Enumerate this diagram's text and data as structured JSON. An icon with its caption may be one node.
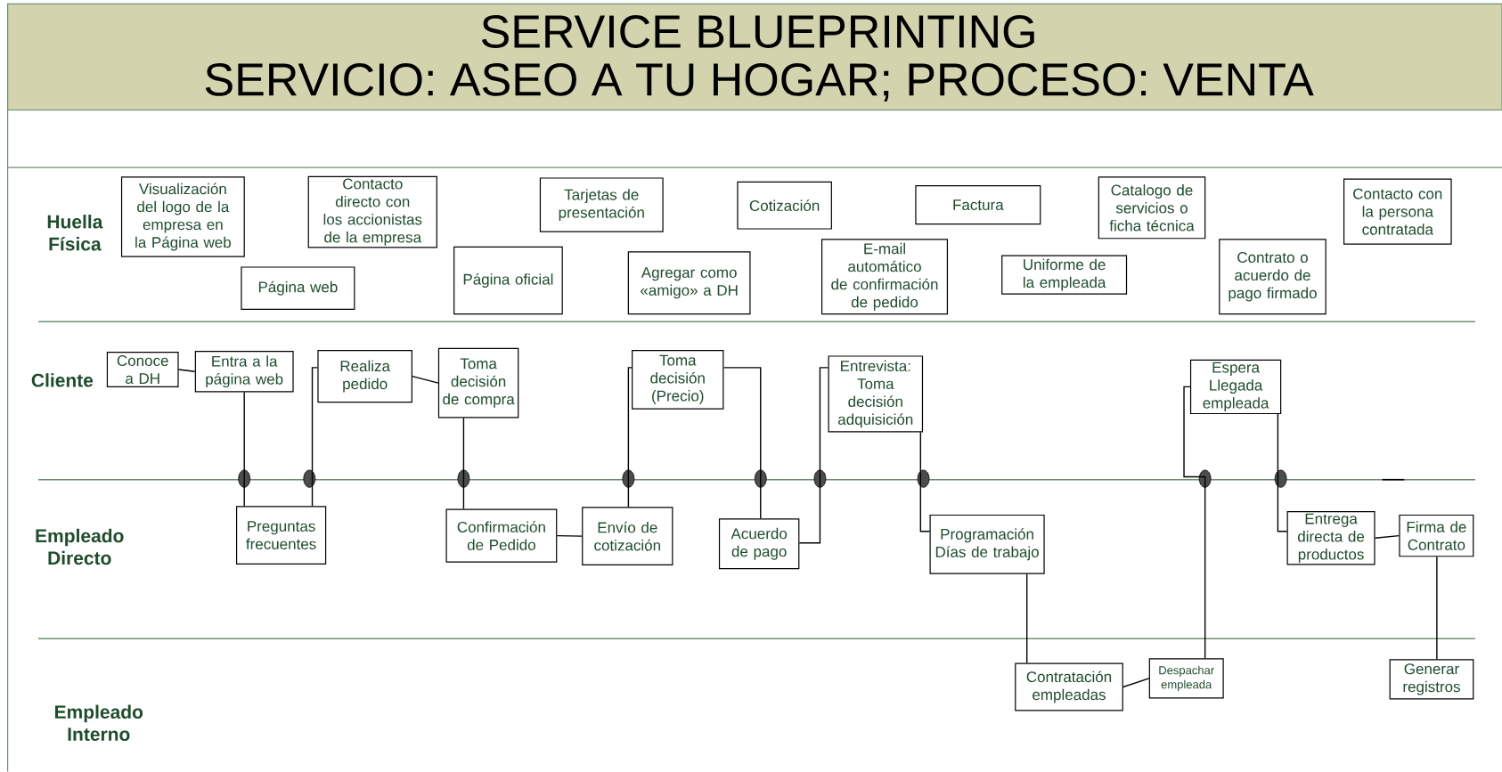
{
  "diagram": {
    "title": "SERVICE BLUEPRINTING",
    "nodes": [
      {
        "text": [
          "Visualización del logo de la empresa en la Página web"
        ]
      },
      {
        "text": [
          "Contacto directo con los accionistas de la empresa"
        ]
      },
      {
        "text": [
          "Tarjetas de presentación"
        ]
      },
      {
        "text": [
          "Cotización"
        ]
      },
      {
        "text": [
          "Factura"
        ]
      },
      {
        "text": [
          "Catalogo de servicios o ficha técnica"
        ]
      },
      {
        "text": [
          "Contacto con la persona contratada"
        ]
      },
      {
        "text": [
          "Página web"
        ]
      },
      {
        "text": [
          "Página oficial"
        ]
      },
      {
        "text": [
          "Agregar como «amigo» a DH"
        ]
      },
      {
        "text": [
          "E-mail automático de confirmación de pedido"
        ]
      },
      {
        "text": [
          "Uniforme de la empleada"
        ]
      },
      {
        "text": [
          "Contrato o acuerdo de pago firmado"
        ]
      },
      {
        "text": [
          "Conoce a DH"
        ]
      },
      {
        "text": [
          "Entra a la página web"
        ]
      },
      {
        "text": [
          "Realiza pedido"
        ]
      },
      {
        "text": [
          "Toma decisión de compra"
        ]
      },
      {
        "text": [
          "Toma decisión (Precio)"
        ]
      },
      {
        "text": [
          "Entrevista: Toma decisión adquisición"
        ]
      },
      {
        "text": [
          "Espera Llegada empleada"
        ]
      },
      {
        "text": [
          "Preguntas frecuentes"
        ]
      },
      {
        "text": [
          "Confirmación de Pedido"
        ]
      },
      {
        "text": [
          "Envío de cotización"
        ]
      },
      {
        "text": [
          "Acuerdo de pago"
        ]
      },
      {
        "text": [
          "Programación Días de trabajo"
        ]
      },
      {
        "text": [
          "Entrega directa de productos"
        ]
      },
      {
        "text": [
          "Firma de Contrato"
        ]
      },
      {
        "text": [
          "Contratación empleadas"
        ]
      },
      {
        "text": [
          "Despachar empleada"
        ]
      },
      {
        "text": [
          "Generar registros"
        ]
      }
    ],
    "edges": [
      {
        "from": 13,
        "to": 14,
        "arrow": "none"
      },
      {
        "from": 14,
        "to": 20,
        "arrow": "none"
      },
      {
        "from": 20,
        "to": 15,
        "arrow": "none"
      },
      {
        "from": 15,
        "to": 16,
        "arrow": "none"
      },
      {
        "from": 16,
        "to": 21,
        "arrow": "none"
      },
      {
        "from": 21,
        "to": 22,
        "arrow": "none"
      },
      {
        "from": 22,
        "to": 17,
        "arrow": "none"
      },
      {
        "from": 17,
        "to": 23,
        "arrow": "none"
      },
      {
        "from": 23,
        "to": 18,
        "arrow": "none"
      },
      {
        "from": 18,
        "to": 24,
        "arrow": "none"
      },
      {
        "from": 24,
        "to": 27,
        "arrow": "none"
      },
      {
        "from": 27,
        "to": 28,
        "arrow": "none"
      },
      {
        "from": 28,
        "to": 19,
        "arrow": "none"
      },
      {
        "from": 19,
        "to": 25,
        "arrow": "none"
      },
      {
        "from": 25,
        "to": 26,
        "arrow": "none"
      },
      {
        "from": 26,
        "to": 29,
        "arrow": "none"
      }
    ],
    "labels": [
      "SERVICIO: ASEO A TU HOGAR; PROCESO: VENTA",
      "Huella Física",
      "Cliente",
      "Empleado Directo",
      "Empleado Interno"
    ]
  }
}
